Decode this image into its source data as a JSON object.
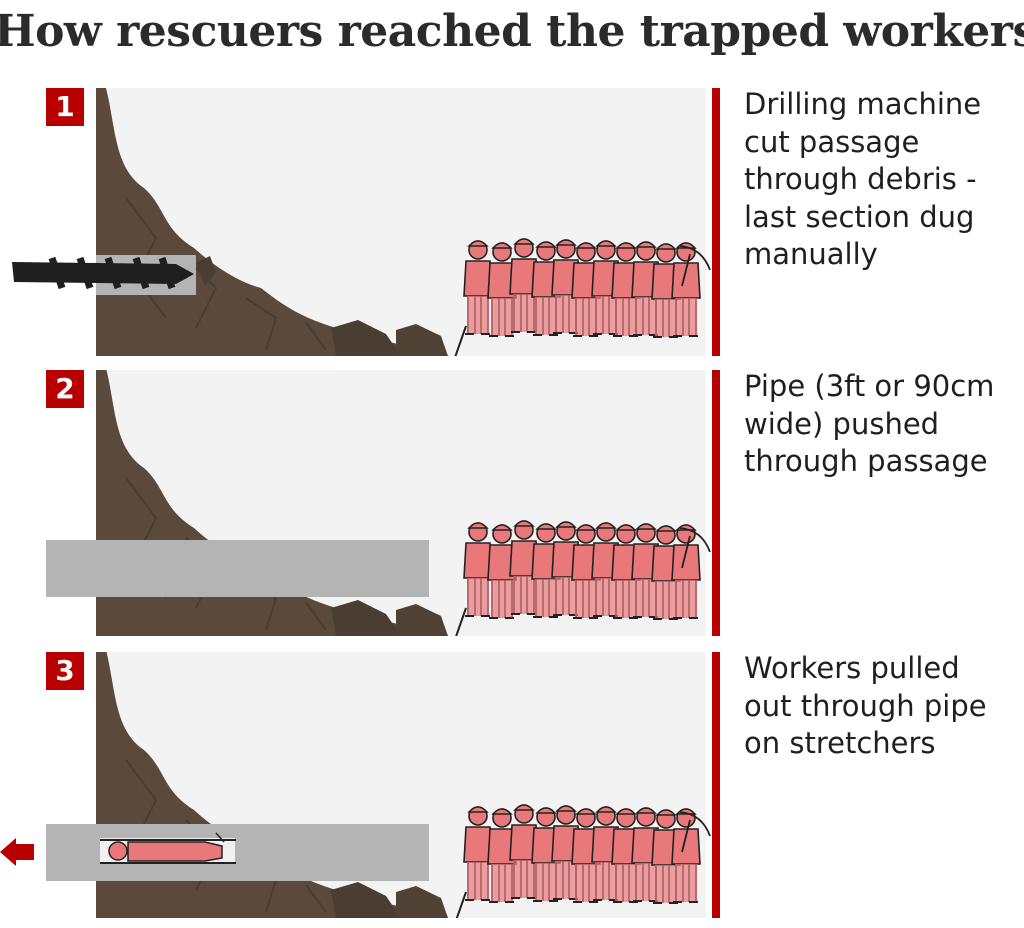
{
  "title": "How rescuers reached the trapped workers",
  "colors": {
    "accent": "#b80000",
    "rock": "#5b4a3b",
    "workers": "#e8787a",
    "pipe": "#b4b4b4",
    "background": "#f3f3f3"
  },
  "steps": [
    {
      "number": "1",
      "text": "Drilling machine cut passage through debris - last section dug manually",
      "visual": "drill"
    },
    {
      "number": "2",
      "text": "Pipe (3ft or 90cm wide) pushed through passage",
      "visual": "pipe"
    },
    {
      "number": "3",
      "text": "Workers pulled out through pipe on stretchers",
      "visual": "stretcher"
    }
  ]
}
